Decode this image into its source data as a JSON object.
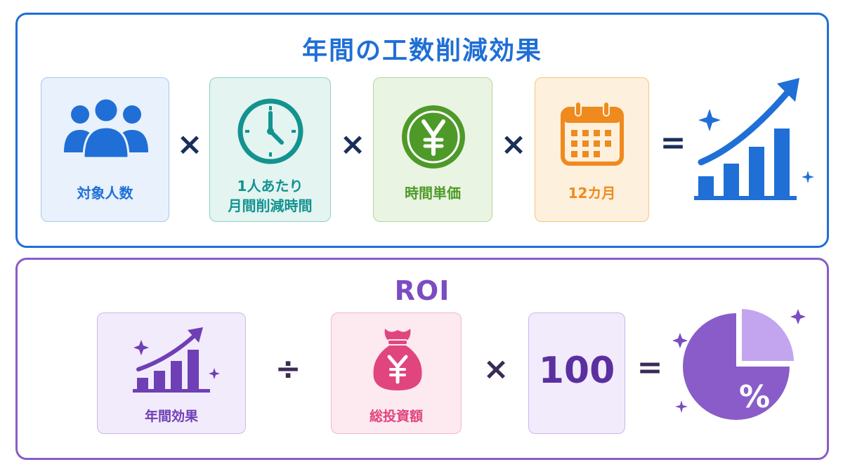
{
  "effect_section": {
    "title": "年間の工数削減効果",
    "factors": [
      {
        "label": "対象人数",
        "icon": "people-icon",
        "color": "#1f6fd6"
      },
      {
        "label_line1": "1人あたり",
        "label_line2": "月間削減時間",
        "icon": "clock-icon",
        "color": "#13938f"
      },
      {
        "label": "時間単価",
        "icon": "yen-coin-icon",
        "color": "#4e9a28"
      },
      {
        "label": "12カ月",
        "icon": "calendar-icon",
        "color": "#ef8a1e"
      }
    ],
    "operators": [
      "×",
      "×",
      "×",
      "="
    ],
    "result_icon": "growth-chart-icon"
  },
  "roi_section": {
    "title": "ROI",
    "factors": [
      {
        "label": "年間効果",
        "icon": "growth-chart-icon",
        "color": "#6f3fb6"
      },
      {
        "label": "総投資額",
        "icon": "money-bag-icon",
        "color": "#e0457e"
      },
      {
        "value": "100",
        "color": "#5b2fa0"
      }
    ],
    "operators": [
      "÷",
      "×",
      "="
    ],
    "result_icon": "percent-pie-icon",
    "result_symbol": "%"
  }
}
